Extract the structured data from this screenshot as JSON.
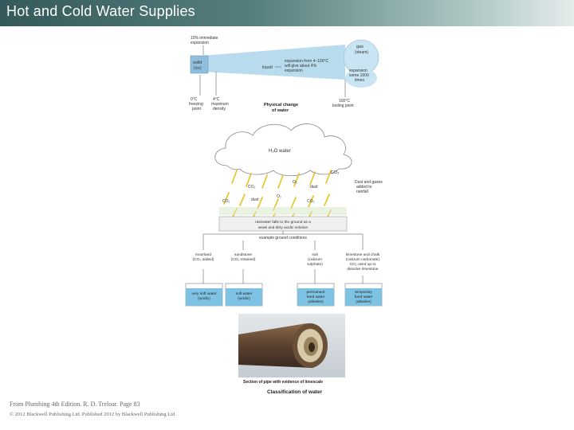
{
  "header": {
    "title": "Hot and Cold Water Supplies"
  },
  "colors": {
    "header_dark": "#35595b",
    "header_light": "#e3eceb",
    "water": "#7ec3e3",
    "ice": "#a9d3e8",
    "rain": "#e8c21c",
    "cloud_stroke": "#888888"
  },
  "physical_change": {
    "expansion_note": "10% immediate expansion",
    "solid_label": "solid",
    "solid_sub": "(ice)",
    "liquid_label": "liquid",
    "gas_label": "gas",
    "gas_sub": "(steam)",
    "expansion_4_100": [
      "expansion from 4–100°C",
      "will give about 4%",
      "expansion"
    ],
    "expansion_gas": [
      "expansion",
      "some 1600",
      "times"
    ],
    "freezing": [
      "0°C",
      "freezing",
      "point"
    ],
    "max_density": [
      "4°C",
      "maximum",
      "density"
    ],
    "boiling": [
      "100°C",
      "boiling point"
    ],
    "caption": [
      "Physical change",
      "of water"
    ]
  },
  "cloud": {
    "label": "H₂O water",
    "co2_top": "CO₂",
    "dust_note": [
      "Dust and gases",
      "added to",
      "rainfall"
    ],
    "particles": [
      "CO₂",
      "O₂",
      "dust",
      "CO₂",
      "dust",
      "O₂",
      "CO₂"
    ]
  },
  "ground": {
    "rain_falls": [
      "rainwater falls to the ground as a",
      "weak and dirty acidic solution"
    ],
    "conditions": "example ground conditions",
    "types": [
      {
        "name": [
          "moorland",
          "(CO₂ added)"
        ]
      },
      {
        "name": [
          "sandstone",
          "(CO₂ retained)"
        ]
      },
      {
        "name": [
          "soil",
          "(calcium",
          "sulphate)"
        ]
      },
      {
        "name": [
          "limestone and chalk",
          "(calcium carbonate)",
          "CO₂ used up to",
          "dissolve limestone"
        ]
      }
    ],
    "results": [
      [
        "very soft water",
        "(acidic)"
      ],
      [
        "soft water",
        "(acidic)"
      ],
      [
        "permanent",
        "hard water",
        "(alkaline)"
      ],
      [
        "temporary",
        "hard water",
        "(alkaline)"
      ]
    ]
  },
  "pipe": {
    "caption": "Section of pipe with evidence of limescale"
  },
  "figure_caption": "Classification of water",
  "footer": {
    "source": "From Plumbing 4th Edition. R. D. Treloar. Page 83",
    "copyright": "© 2012 Blackwell Publishing Ltd. Published 2012 by Blackwell Publishing Ltd"
  }
}
